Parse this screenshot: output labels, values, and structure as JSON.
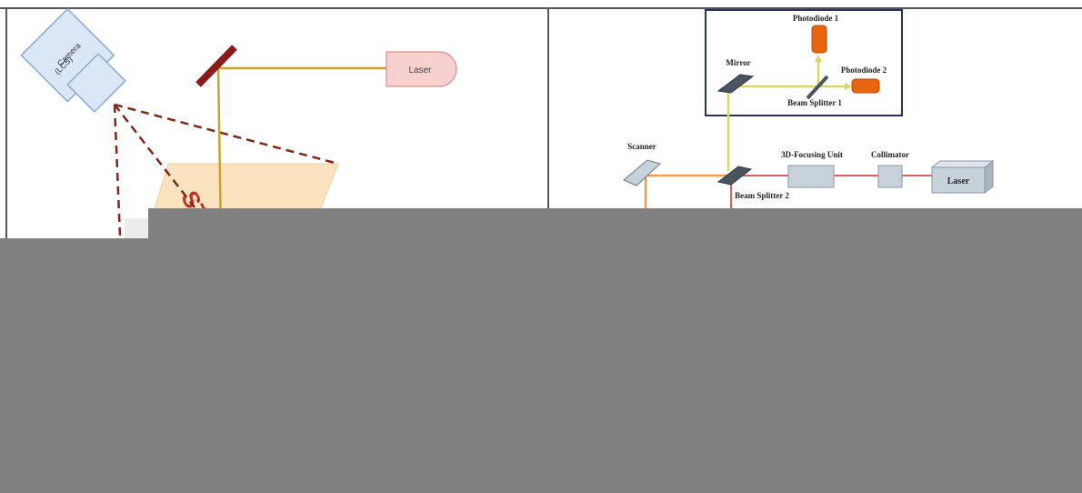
{
  "left_panel": {
    "camera_label_line1": "Camera",
    "camera_label_line2": "(LCS)",
    "laser_label": "Laser",
    "sample_text": "STS",
    "colors": {
      "camera_fill": "#dbe6f7",
      "camera_stroke": "#8aa9d6",
      "mirror": "#8b1a1a",
      "beam": "#c9a227",
      "laser_fill": "#f7d0d0",
      "laser_stroke": "#d98c8c",
      "fov_dash": "#7a2a1a",
      "sample_fill": "#fbe3bf"
    }
  },
  "right_panel": {
    "photodiode1_label": "Photodiode 1",
    "photodiode2_label": "Photodiode 2",
    "mirror_label": "Mirror",
    "beam_splitter1_label": "Beam Splitter 1",
    "scanner_label": "Scanner",
    "focusing_label": "3D-Focusing Unit",
    "collimator_label": "Collimator",
    "beam_splitter2_label": "Beam Splitter 2",
    "laser_label": "Laser",
    "colors": {
      "box_border": "#2a2f5e",
      "photodiode": "#e8640f",
      "optic_dark": "#4a5560",
      "yellow_beam": "#d8d860",
      "red_beam": "#d9606a",
      "orange_beam": "#e8a050",
      "component_fill": "#c7d2db",
      "component_stroke": "#8a98a6"
    }
  },
  "occluder": {
    "color": "#808080"
  }
}
